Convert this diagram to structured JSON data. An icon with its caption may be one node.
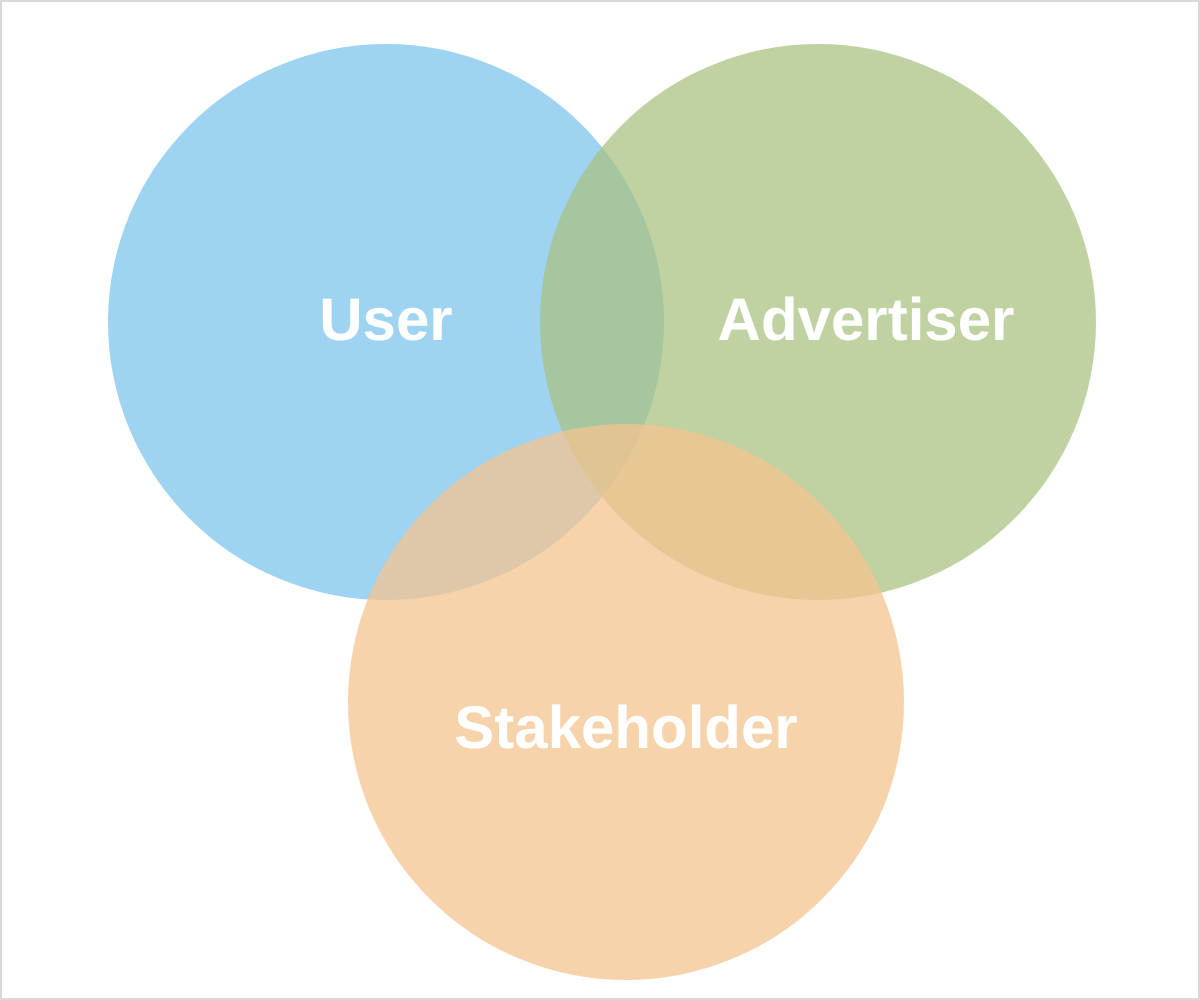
{
  "diagram": {
    "nodes": [
      {
        "text": [
          "User"
        ]
      },
      {
        "text": [
          "Advertiser"
        ]
      },
      {
        "text": [
          "Stakeholder"
        ]
      }
    ]
  }
}
